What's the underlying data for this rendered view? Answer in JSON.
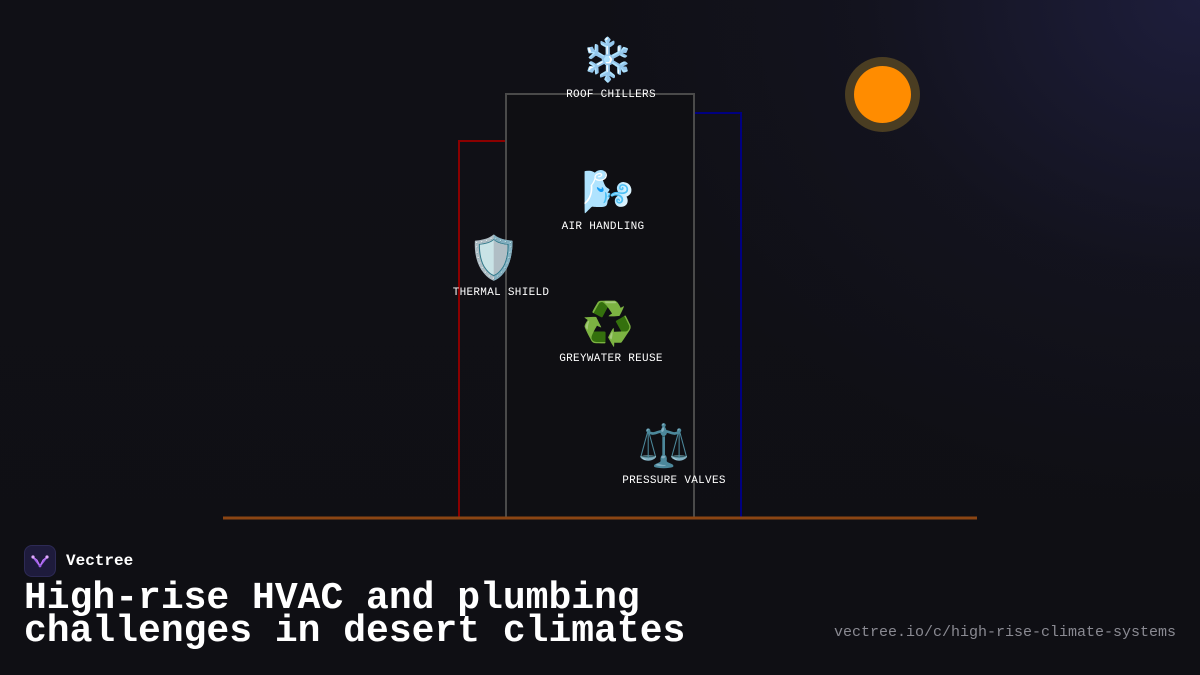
{
  "brand": {
    "name": "Vectree",
    "logo_icon": "vectree-logo-icon",
    "logo_color": "#9b5de5"
  },
  "title": "High-rise HVAC and plumbing challenges in desert climates",
  "url": "vectree.io/c/high-rise-climate-systems",
  "diagram": {
    "components": {
      "roof_chillers": {
        "label": "ROOF CHILLERS",
        "icon": "snowflake-icon",
        "glyph": "❄️"
      },
      "air_handling": {
        "label": "AIR HANDLING",
        "icon": "wind-icon",
        "glyph": "🌬️"
      },
      "thermal_shield": {
        "label": "THERMAL SHIELD",
        "icon": "shield-icon",
        "glyph": "🛡️"
      },
      "greywater_reuse": {
        "label": "GREYWATER REUSE",
        "icon": "recycle-icon",
        "glyph": "♻️"
      },
      "pressure_valves": {
        "label": "PRESSURE VALVES",
        "icon": "scales-icon",
        "glyph": "⚖️"
      }
    },
    "sun": {
      "icon": "sun-icon",
      "color": "#ff8c00",
      "halo_color": "#4a3d22"
    },
    "colors": {
      "ground": "#8b4513",
      "main_tower": "#4a4a4a",
      "hot_side_tower": "#8b0000",
      "cool_side_tower": "#000080"
    }
  }
}
